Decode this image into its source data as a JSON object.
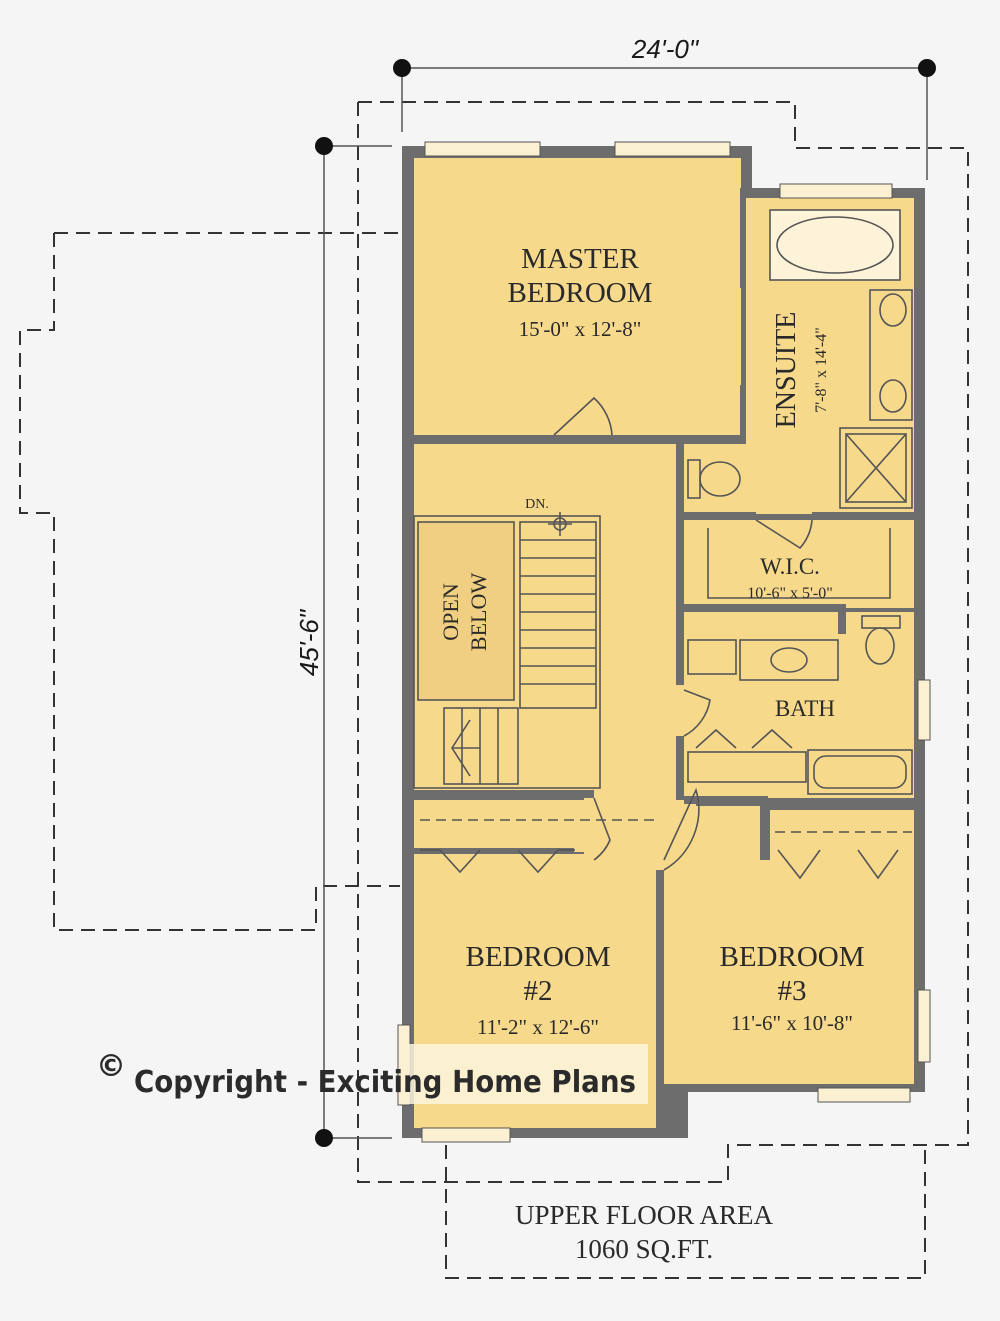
{
  "dimensions": {
    "width": "24'-0\"",
    "depth": "45'-6\""
  },
  "rooms": {
    "master": {
      "line1": "MASTER",
      "line2": "BEDROOM",
      "size": "15'-0\" x 12'-8\""
    },
    "ensuite": {
      "name": "ENSUITE",
      "size": "7'-8\" x 14'-4\""
    },
    "wic": {
      "name": "W.I.C.",
      "size": "10'-6\" x 5'-0\""
    },
    "bath": {
      "name": "BATH"
    },
    "open_below": {
      "line1": "OPEN",
      "line2": "BELOW"
    },
    "stair": {
      "label": "DN."
    },
    "bedroom2": {
      "line1": "BEDROOM",
      "line2": "#2",
      "size": "11'-2\" x 12'-6\""
    },
    "bedroom3": {
      "line1": "BEDROOM",
      "line2": "#3",
      "size": "11'-6\" x 10'-8\""
    }
  },
  "area": {
    "label": "UPPER FLOOR AREA",
    "value": "1060 SQ.FT."
  },
  "copyright": {
    "symbol": "©",
    "text": "Copyright - Exciting Home Plans"
  },
  "colors": {
    "floor": "#f7d98c",
    "wall": "#6d6d6d",
    "background": "#f5f5f6"
  }
}
